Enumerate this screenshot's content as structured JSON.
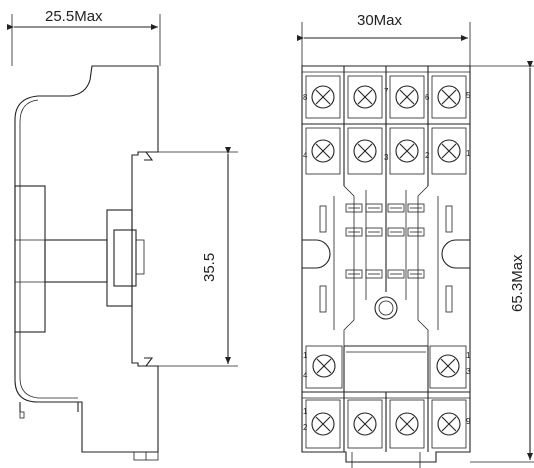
{
  "dimensions": {
    "side_width": "25.5Max",
    "front_width": "30Max",
    "mount_height": "35.5",
    "total_height": "65.3Max"
  },
  "terminals": {
    "top_row": [
      "8",
      "7",
      "6",
      "5"
    ],
    "second_row": [
      "4",
      "3",
      "2",
      "1"
    ],
    "lower_left_top": "1",
    "lower_left_bottom": "4",
    "lower_right_top": "1",
    "lower_right_bottom": "3",
    "bottom_left_top": "1",
    "bottom_left_bottom": "2",
    "bottom_right": "9"
  }
}
